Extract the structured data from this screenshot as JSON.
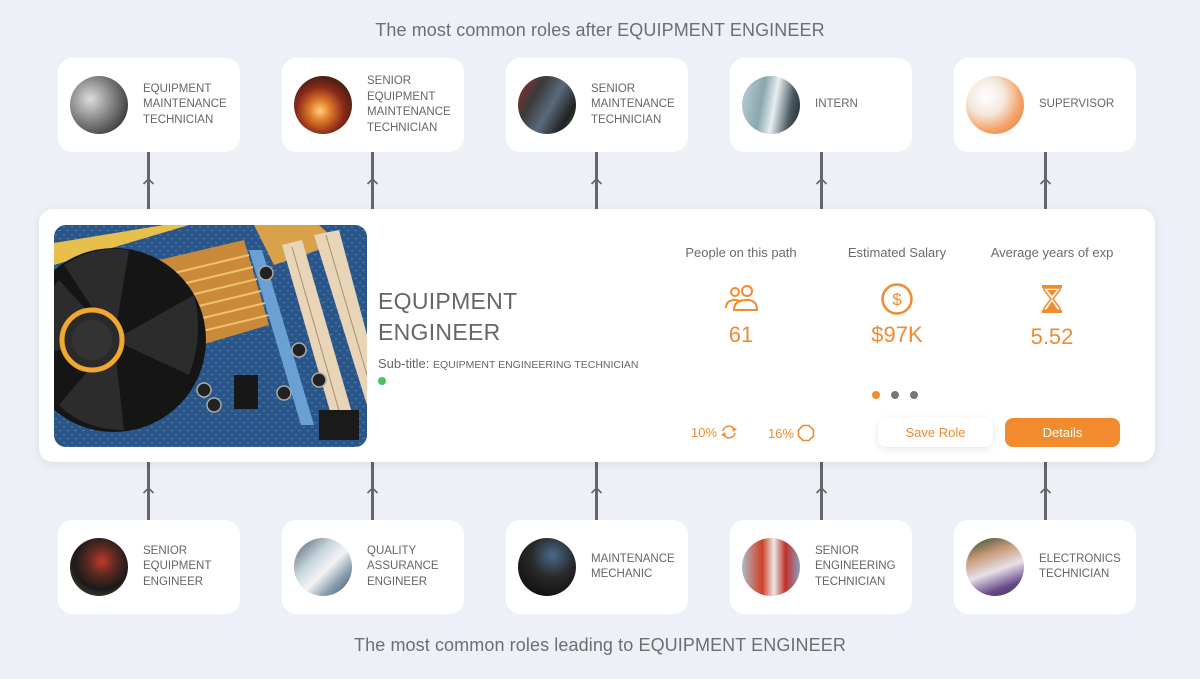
{
  "header": {
    "next_roles_title": "The most common roles after EQUIPMENT ENGINEER",
    "previous_roles_title": "The most common roles leading to EQUIPMENT ENGINEER"
  },
  "next_roles": [
    {
      "label": "EQUIPMENT MAINTENANCE TECHNICIAN",
      "image": "industrial-machinery-photo"
    },
    {
      "label": "SENIOR EQUIPMENT MAINTENANCE TECHNICIAN",
      "image": "welding-sparks-photo"
    },
    {
      "label": "SENIOR MAINTENANCE TECHNICIAN",
      "image": "technician-repair-photo"
    },
    {
      "label": "INTERN",
      "image": "office-worker-photo"
    },
    {
      "label": "SUPERVISOR",
      "image": "safety-vest-worker-photo"
    }
  ],
  "previous_roles": [
    {
      "label": "SENIOR EQUIPMENT ENGINEER",
      "image": "tools-workbench-photo"
    },
    {
      "label": "QUALITY ASSURANCE ENGINEER",
      "image": "lab-technician-photo"
    },
    {
      "label": "MAINTENANCE MECHANIC",
      "image": "circuit-repair-photo"
    },
    {
      "label": "SENIOR ENGINEERING TECHNICIAN",
      "image": "factory-line-photo"
    },
    {
      "label": "ELECTRONICS TECHNICIAN",
      "image": "electronics-bench-photo"
    }
  ],
  "main_role": {
    "title": "EQUIPMENT ENGINEER",
    "subtitle_label": "Sub-title:",
    "subtitle_value": "EQUIPMENT ENGINEERING TECHNICIAN",
    "image": "motherboard-cpu-fan-photo",
    "status_color": "#49c06a",
    "stats": [
      {
        "label": "People on this path",
        "icon": "people-icon",
        "value": "61"
      },
      {
        "label": "Estimated Salary",
        "icon": "dollar-circle-icon",
        "value": "$97K"
      },
      {
        "label": "Average years of exp",
        "icon": "hourglass-icon",
        "value": "5.52"
      }
    ],
    "pager": {
      "count": 3,
      "active_index": 0
    },
    "metrics": [
      {
        "value": "10%",
        "icon": "refresh-cycle-icon"
      },
      {
        "value": "16%",
        "icon": "octagon-icon"
      }
    ],
    "save_button": "Save Role",
    "details_button": "Details"
  },
  "colors": {
    "accent": "#f28a2e",
    "background": "#edf0f7",
    "card": "#ffffff",
    "connector": "#666666",
    "text": "#6b6b6b"
  }
}
